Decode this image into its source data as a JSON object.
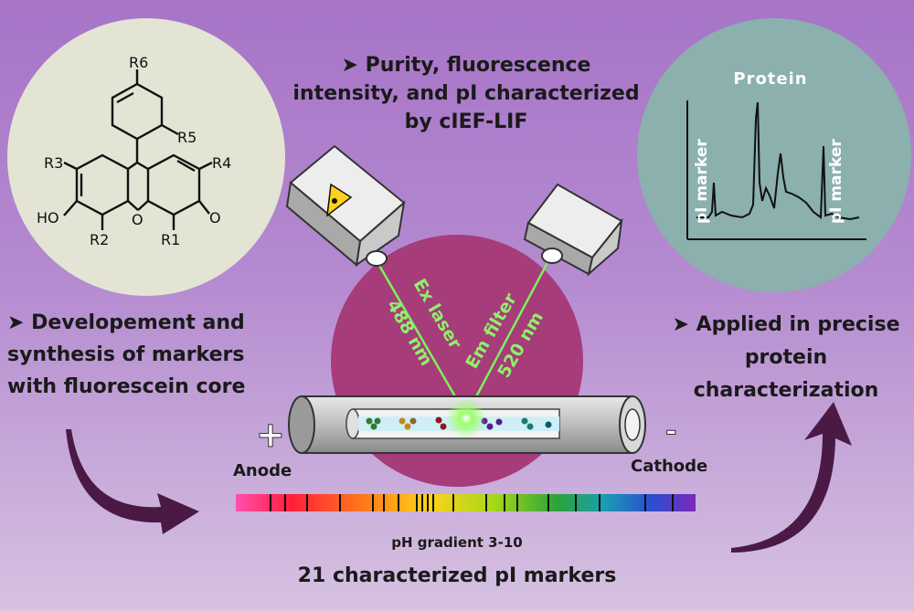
{
  "headings": {
    "purity": [
      "➤ Purity, fluorescence",
      "intensity, and pI characterized",
      "by cIEF-LIF"
    ],
    "development": [
      "➤ Developement and",
      "synthesis of markers",
      "with fluorescein core"
    ],
    "applied": [
      "➤ Applied in precise",
      "protein",
      "characterization"
    ]
  },
  "labels": {
    "anode": "Anode",
    "cathode": "Cathode",
    "plus": "+",
    "minus": "-",
    "ph_gradient": "pH gradient 3-10",
    "markers_summary": "21 characterized pI markers",
    "ex_laser": "Ex laser",
    "ex_wavelength": "488 nm",
    "em_filter": "Em filter",
    "em_wavelength": "520 nm"
  },
  "chart_inset": {
    "title": "Protein",
    "left_marker": "pI marker",
    "right_marker": "pI marker"
  },
  "molecule": {
    "substituents": [
      "R6",
      "R5",
      "R3",
      "R4",
      "R2",
      "R1"
    ],
    "groups": [
      "HO",
      "O",
      "O"
    ]
  },
  "colors": {
    "background_top": "#a774c7",
    "background_bottom": "#d6c2e1",
    "molecule_circle": "#e4e4d4",
    "chart_circle": "#8bb0ae",
    "center_circle": "#a63c7a",
    "arrow": "#4a1a45",
    "beam": "#7ef05a"
  }
}
